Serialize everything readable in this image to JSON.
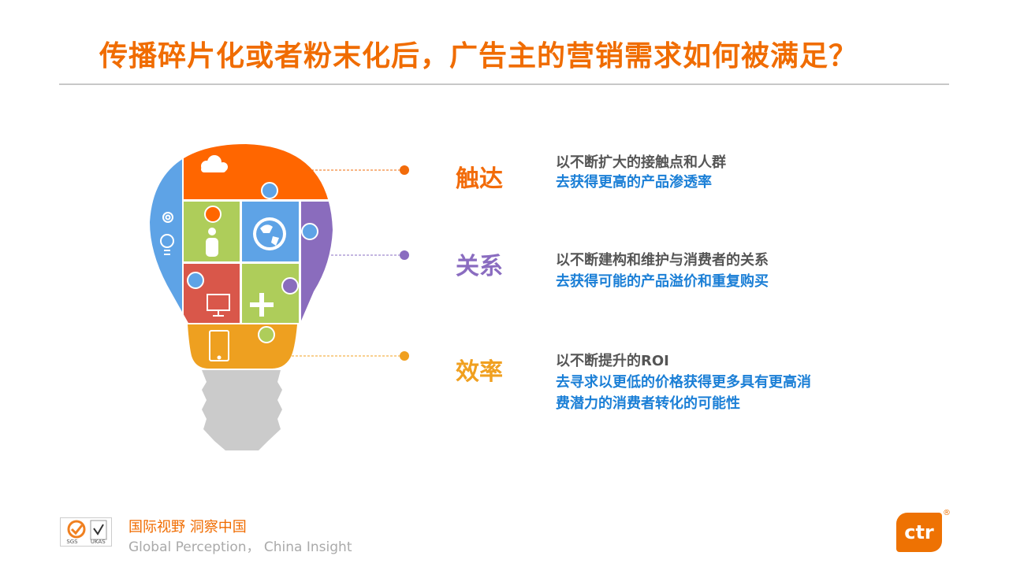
{
  "title": "传播碎片化或者粉末化后，广告主的营销需求如何被满足？",
  "items": [
    {
      "label": "触达",
      "line1": "以不断扩大的接触点和人群",
      "line2": [
        "去获得更高的产品渗透率"
      ],
      "color": "#f26b0a"
    },
    {
      "label": "关系",
      "line1": "以不断建构和维护与消费者的关系",
      "line2": [
        "去获得可能的产品溢价和重复购买"
      ],
      "color": "#8a6cc0"
    },
    {
      "label": "效率",
      "line1": "以不断提升的ROI",
      "line2": [
        "去寻求以更低的价格获得更多具有更高消",
        "费潜力的消费者转化的可能性"
      ],
      "color": "#f0a020"
    }
  ],
  "footer": {
    "slogan_cn": "国际视野 洞察中国",
    "slogan_en": "Global Perception， China Insight",
    "cert_text": "SGS UKAS"
  },
  "logo": {
    "text": "ctr",
    "reg": "®"
  }
}
